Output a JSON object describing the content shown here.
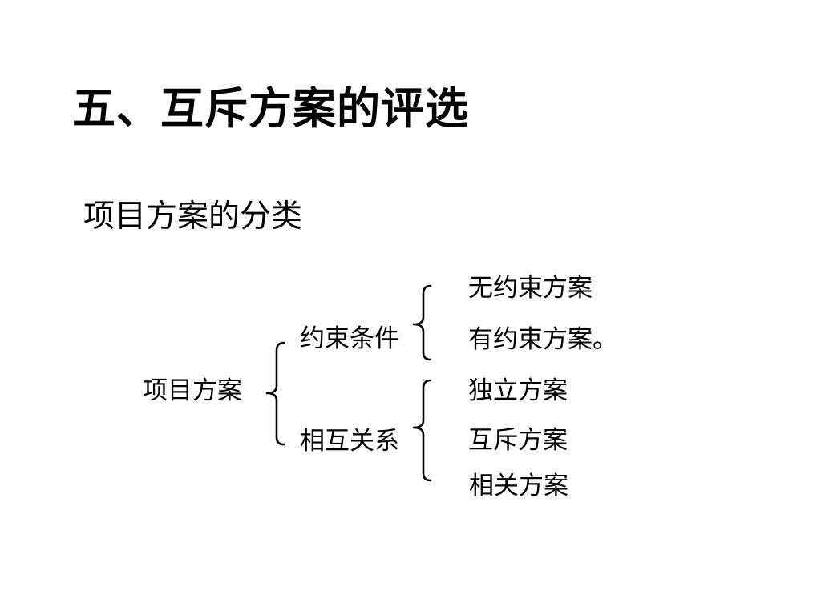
{
  "title": "五、互斥方案的评选",
  "subtitle": "项目方案的分类",
  "tree": {
    "root": "项目方案",
    "branches": [
      {
        "label": "约束条件",
        "children": [
          "无约束方案",
          "有约束方案。"
        ]
      },
      {
        "label": "相互关系",
        "children": [
          "独立方案",
          "互斥方案",
          "相关方案"
        ]
      }
    ]
  },
  "colors": {
    "background": "#ffffff",
    "text": "#000000"
  }
}
